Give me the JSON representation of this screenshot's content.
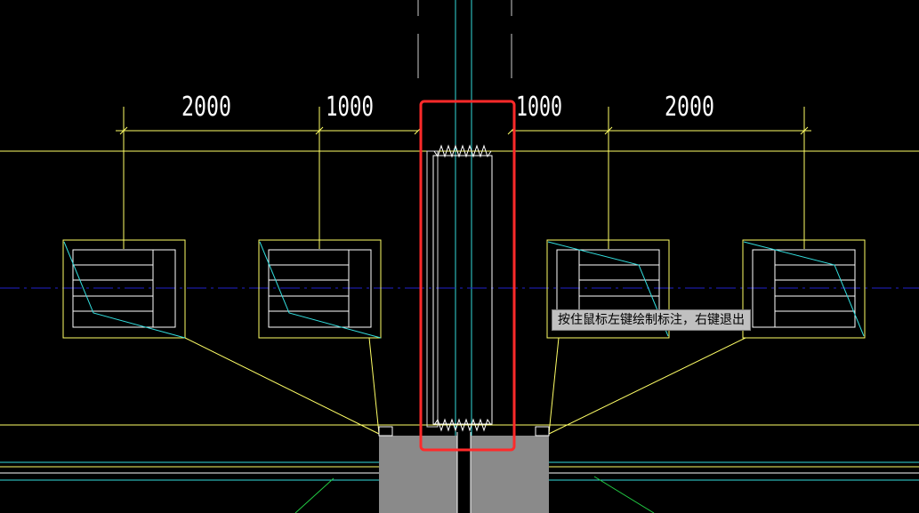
{
  "dimensions": {
    "left_outer": "2000",
    "left_inner": "1000",
    "right_inner": "1000",
    "right_outer": "2000"
  },
  "tooltip": {
    "text": "按住鼠标左键绘制标注，右键退出"
  },
  "colors": {
    "background": "#000000",
    "dimension_line": "#ffff66",
    "axis_line": "#2222cc",
    "cyan_line": "#33dddd",
    "highlight_box": "#ff2a2a",
    "column_fill": "#8a8a8a",
    "ground_line": "#22cc44"
  }
}
